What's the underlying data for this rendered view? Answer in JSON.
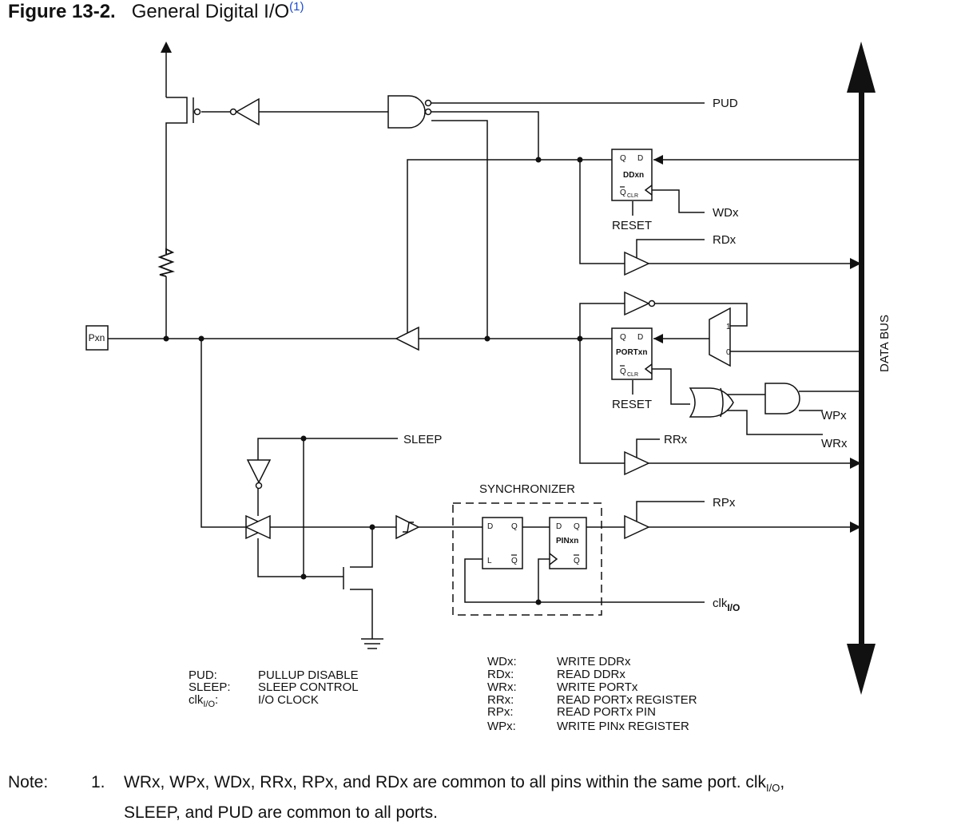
{
  "figure": {
    "number": "Figure 13-2.",
    "title": "General Digital I/O",
    "title_ref": "(1)"
  },
  "signals": {
    "pud": "PUD",
    "wdx": "WDx",
    "rdx": "RDx",
    "reset_ddr": "RESET",
    "reset_port": "RESET",
    "wpx": "WPx",
    "wrx": "WRx",
    "rrx": "RRx",
    "sleep": "SLEEP",
    "rpx": "RPx",
    "clk": "clk",
    "clk_sub": "I/O",
    "pin": "Pxn",
    "data_bus": "DATA BUS",
    "synchronizer": "SYNCHRONIZER"
  },
  "blocks": {
    "ddxn": {
      "name": "DDxn",
      "q": "Q",
      "d": "D",
      "qbar": "Q",
      "clr": "CLR"
    },
    "portxn": {
      "name": "PORTxn",
      "q": "Q",
      "d": "D",
      "qbar": "Q",
      "clr": "CLR"
    },
    "latch": {
      "d": "D",
      "q": "Q",
      "l": "L",
      "qbar": "Q"
    },
    "pinxn": {
      "name": "PINxn",
      "d": "D",
      "q": "Q",
      "qbar": "Q"
    },
    "mux": {
      "one": "1",
      "zero": "0"
    }
  },
  "legend_left": [
    {
      "key": "PUD:",
      "value": "PULLUP DISABLE"
    },
    {
      "key": "SLEEP:",
      "value": "SLEEP CONTROL"
    },
    {
      "key": "clk",
      "key_sub": "I/O",
      "key_suffix": ":",
      "value": "I/O CLOCK"
    }
  ],
  "legend_right": [
    {
      "key": "WDx:",
      "value": "WRITE DDRx"
    },
    {
      "key": "RDx:",
      "value": "READ DDRx"
    },
    {
      "key": "WRx:",
      "value": "WRITE PORTx"
    },
    {
      "key": "RRx:",
      "value": "READ PORTx REGISTER"
    },
    {
      "key": "RPx:",
      "value": "READ PORTx PIN"
    },
    {
      "key": "WPx:",
      "value": "WRITE PINx REGISTER"
    }
  ],
  "note": {
    "label": "Note:",
    "index": "1.",
    "text_a": "WRx, WPx, WDx, RRx, RPx, and RDx are common to all pins within the same port. clk",
    "text_sub": "I/O",
    "text_b": ",",
    "text_c": "SLEEP, and PUD are common to all ports."
  }
}
